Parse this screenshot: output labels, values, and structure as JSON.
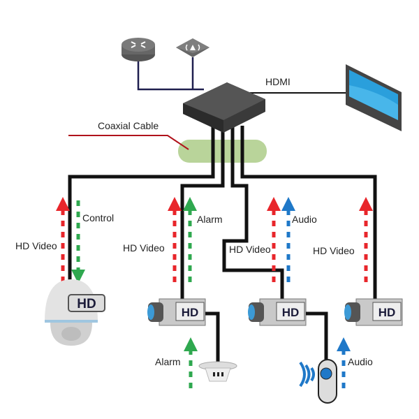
{
  "labels": {
    "hdmi": "HDMI",
    "coaxial": "Coaxial Cable",
    "control": "Control",
    "alarm": "Alarm",
    "audio": "Audio",
    "hd_video": "HD Video",
    "hd_badge": "HD",
    "alarm_sensor": "Alarm",
    "audio_sensor": "Audio"
  },
  "colors": {
    "video_arrow": "#e8262b",
    "control_arrow": "#2fa84f",
    "audio_arrow": "#1f78c8",
    "coax_line": "#b0121b",
    "coax_bundle": "#b9d49a",
    "screen": "#2a9fdc"
  }
}
